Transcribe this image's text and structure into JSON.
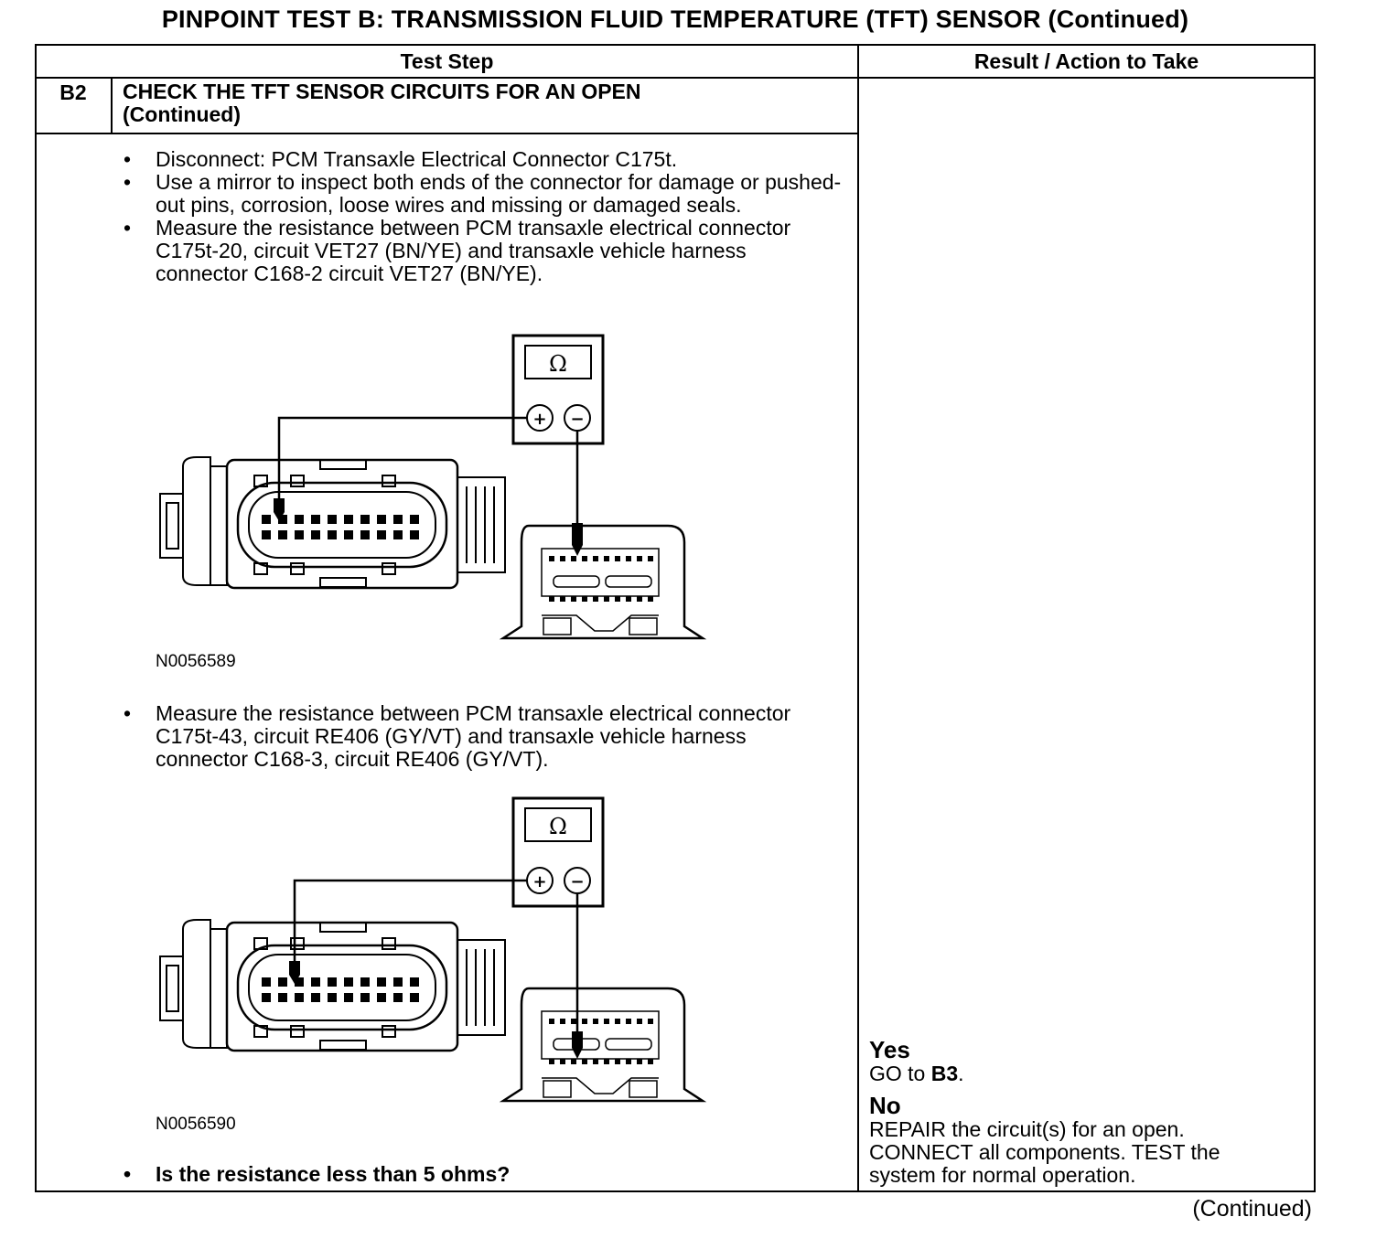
{
  "page_title": "PINPOINT TEST  B: TRANSMISSION FLUID TEMPERATURE (TFT) SENSOR (Continued)",
  "table": {
    "header_test_step": "Test Step",
    "header_result": "Result / Action to Take",
    "step_id": "B2",
    "step_title_line1": "CHECK THE TFT SENSOR CIRCUITS FOR AN OPEN",
    "step_title_line2": "(Continued)",
    "bullets_a": [
      "Disconnect: PCM Transaxle Electrical Connector C175t.",
      "Use a mirror to inspect both ends of the connector for damage or pushed-out pins, corrosion, loose wires and missing or damaged seals.",
      "Measure the resistance between PCM transaxle electrical connector C175t-20, circuit VET27 (BN/YE) and transaxle vehicle harness connector C168-2 circuit VET27 (BN/YE)."
    ],
    "figure1_id": "N0056589",
    "bullets_b": [
      "Measure the resistance between PCM transaxle electrical connector C175t-43, circuit RE406 (GY/VT) and transaxle vehicle harness connector C168-3, circuit RE406 (GY/VT)."
    ],
    "figure2_id": "N0056590",
    "question": "Is the resistance less than 5 ohms?",
    "meter_symbol": "Ω",
    "meter_plus": "+",
    "meter_minus": "−",
    "result_yes_head": "Yes",
    "result_yes_prefix": "GO to ",
    "result_yes_step": "B3",
    "result_yes_suffix": ".",
    "result_no_head": "No",
    "result_no_text": "REPAIR the circuit(s) for an open. CONNECT all components. TEST the system for normal operation."
  },
  "footer_continued": "(Continued)"
}
